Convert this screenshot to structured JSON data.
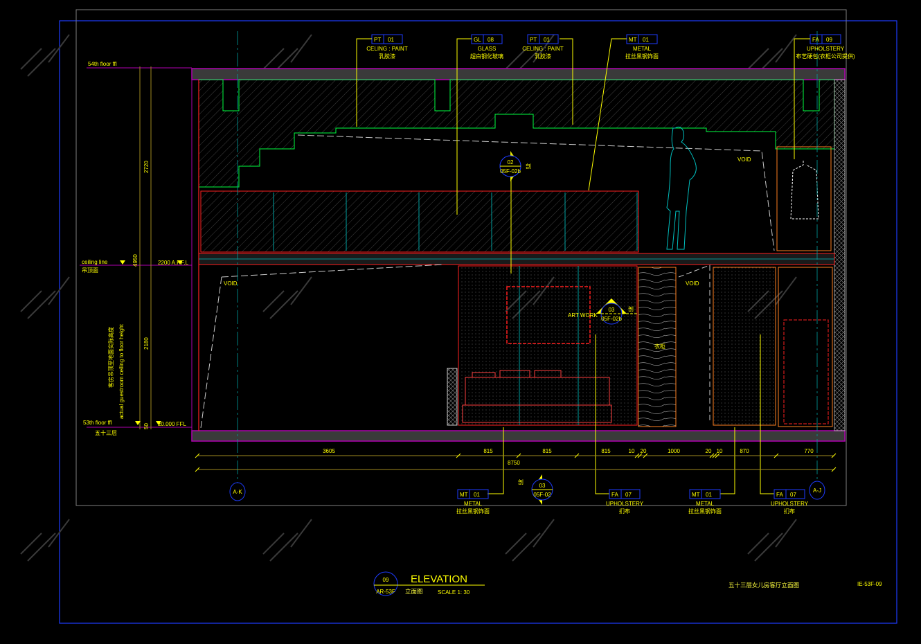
{
  "tags_top": [
    {
      "code": "PT",
      "num": "01",
      "en": "CELING : PAINT",
      "cn": "乳胶漆"
    },
    {
      "code": "GL",
      "num": "08",
      "en": "GLASS",
      "cn": "超白钢化玻璃"
    },
    {
      "code": "PT",
      "num": "01",
      "en": "CELING : PAINT",
      "cn": "乳胶漆"
    },
    {
      "code": "MT",
      "num": "01",
      "en": "METAL",
      "cn": "拉丝黑钢饰面"
    },
    {
      "code": "FA",
      "num": "09",
      "en": "UPHOLSTERY",
      "cn": "布艺硬包(衣柜公司提供)"
    }
  ],
  "tags_bottom": [
    {
      "code": "MT",
      "num": "01",
      "en": "METAL",
      "cn": "拉丝黑钢饰面"
    },
    {
      "code": "FA",
      "num": "07",
      "en": "UPHOLSTERY",
      "cn": "扪布"
    },
    {
      "code": "MT",
      "num": "01",
      "en": "METAL",
      "cn": "拉丝黑钢饰面"
    },
    {
      "code": "FA",
      "num": "07",
      "en": "UPHOLSTERY",
      "cn": "扪布"
    }
  ],
  "levels": {
    "floor54": "54th floor ffl",
    "ceiling": "ceiling line",
    "ceiling_cn": "吊顶面",
    "ceiling_mark": "2200 A.F.F.L",
    "floor53": "53th floor ffl",
    "floor53_cn": "五十三层",
    "floor53_mark": "±0.000 FFL",
    "note_en": "actual guestroom ceiling to floor height",
    "note_cn": "客房吊顶至地面实际高度"
  },
  "vertical_dims": [
    "2720",
    "4950",
    "2180",
    "50"
  ],
  "horizontal_dims": [
    "3605",
    "815",
    "815",
    "815",
    "10",
    "20",
    "1000",
    "20",
    "10",
    "870",
    "770"
  ],
  "total_dim": "8750",
  "labels": {
    "void": "VOID",
    "artwork": "ART WORK",
    "wardrobe": "衣柜"
  },
  "section_marks": [
    {
      "top": "02",
      "bottom": "05F-02b",
      "side": "剖"
    },
    {
      "top": "03",
      "bottom": "05F-02b",
      "side": "剖"
    },
    {
      "top": "03",
      "bottom": "05F-02",
      "side": "剖"
    }
  ],
  "grid": [
    "A-K",
    "A-J"
  ],
  "title": {
    "num": "09",
    "sheet": "AR-53F",
    "name": "ELEVATION",
    "cn": "立面图",
    "scale": "SCALE  1: 30"
  },
  "drawing_name_cn": "五十三层女儿房客厅立面图",
  "drawing_code": "IE-53F-09",
  "colors": {
    "bg": "#000000",
    "frame": "#1e3cff",
    "slab": "#b000b0",
    "text": "#ffff00",
    "wall": "#ff2020",
    "cyan": "#00c0c0"
  }
}
